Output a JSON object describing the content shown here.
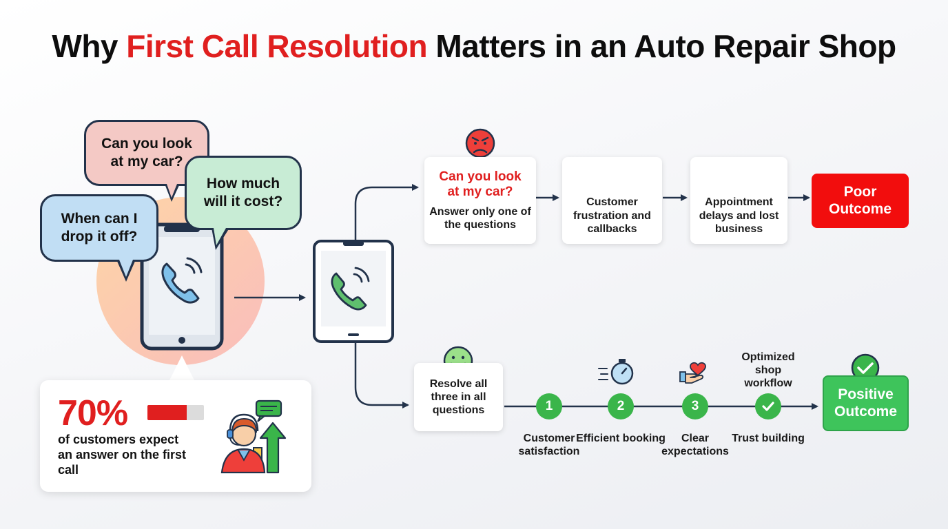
{
  "title": {
    "part1": "Why ",
    "highlight": "First Call Resolution",
    "part2": " Matters in an Auto Repair Shop"
  },
  "bubbles": {
    "look": "Can you look at my car?",
    "cost": "How much will it cost?",
    "dropoff": "When can I drop it off?"
  },
  "stat": {
    "percent": "70%",
    "value_fraction": 0.7,
    "text": "of customers expect an answer on the first call"
  },
  "poor_path": {
    "question_card": {
      "question": "Can you look at my car?",
      "text": "Answer only one of the questions"
    },
    "frustration": "Customer frustration and callbacks",
    "delays": "Appointment delays and lost business",
    "outcome": "Poor Outcome"
  },
  "good_path": {
    "resolve": "Resolve all three in all questions",
    "steps": [
      {
        "num": "1",
        "label": "Customer satisfaction"
      },
      {
        "num": "2",
        "label": "Efficient booking"
      },
      {
        "num": "3",
        "label": "Clear expectations"
      },
      {
        "num": "",
        "label": "Trust building"
      }
    ],
    "optimized": "Optimized shop workflow",
    "outcome": "Positive Outcome"
  },
  "colors": {
    "red": "#e01f1f",
    "green": "#3ab54a",
    "navy": "#22324a",
    "pink_bubble": "#f4c9c5",
    "green_bubble": "#c8ecd5",
    "blue_bubble": "#c1def4"
  },
  "icons": [
    "angry-face-icon",
    "phone-confusion-icon",
    "calendar-clock-icon",
    "smiley-face-icon",
    "stopwatch-icon",
    "heart-hand-icon",
    "check-circle-icon",
    "phone-icon",
    "agent-chart-icon"
  ]
}
